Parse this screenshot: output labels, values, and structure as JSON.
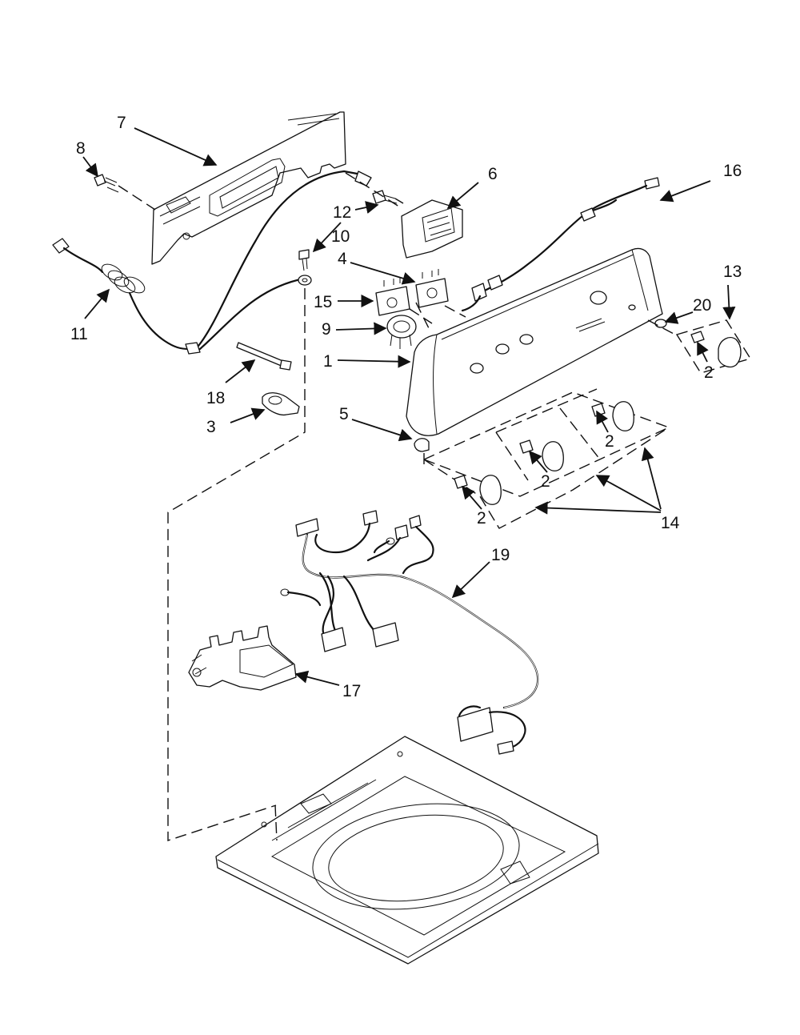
{
  "callouts": {
    "c1": "1",
    "c2a": "2",
    "c2b": "2",
    "c2c": "2",
    "c2d": "2",
    "c3": "3",
    "c4": "4",
    "c5": "5",
    "c6": "6",
    "c7": "7",
    "c8": "8",
    "c9": "9",
    "c10": "10",
    "c11": "11",
    "c12": "12",
    "c13": "13",
    "c14": "14",
    "c15": "15",
    "c16": "16",
    "c17": "17",
    "c18": "18",
    "c19": "19",
    "c20": "20"
  }
}
